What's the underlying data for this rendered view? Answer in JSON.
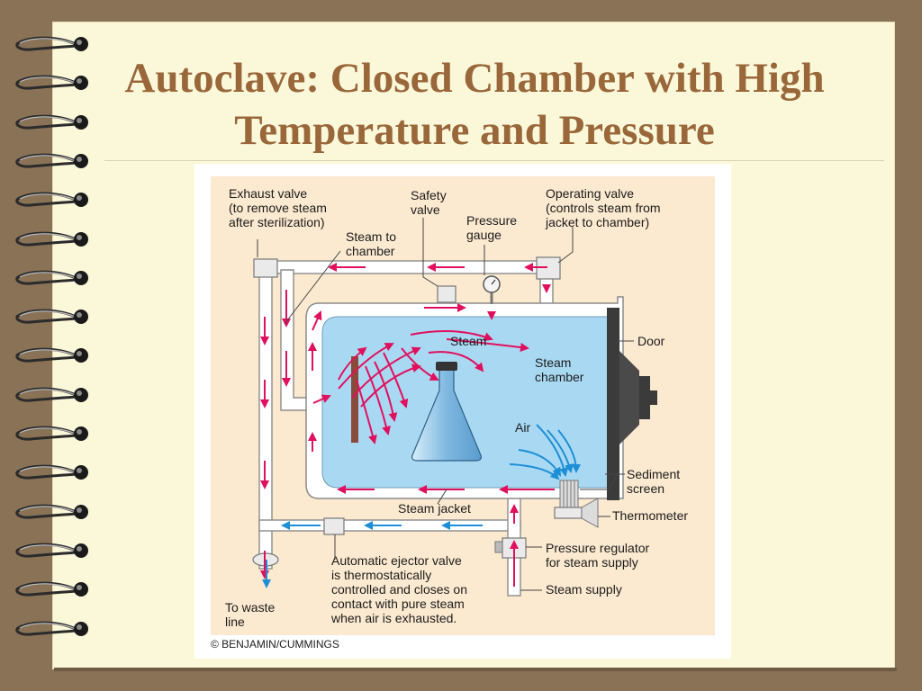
{
  "slide": {
    "title_line1": "Autoclave: Closed Chamber with High",
    "title_line2": "Temperature and Pressure"
  },
  "diagram": {
    "labels": {
      "exhaust_valve": [
        "Exhaust valve",
        "(to remove steam",
        "after sterilization)"
      ],
      "safety_valve": [
        "Safety",
        "valve"
      ],
      "pressure_gauge": [
        "Pressure",
        "gauge"
      ],
      "operating_valve": [
        "Operating valve",
        "(controls steam from",
        "jacket to chamber)"
      ],
      "steam_to_chamber": [
        "Steam to",
        "chamber"
      ],
      "steam": "Steam",
      "steam_chamber": [
        "Steam",
        "chamber"
      ],
      "door": "Door",
      "air": "Air",
      "sediment_screen": [
        "Sediment",
        "screen"
      ],
      "thermometer": "Thermometer",
      "steam_jacket": "Steam jacket",
      "pressure_regulator": [
        "Pressure regulator",
        "for steam supply"
      ],
      "steam_supply": "Steam supply",
      "ejector_valve": [
        "Automatic ejector valve",
        "is thermostatically",
        "controlled and closes on",
        "contact with pure steam",
        "when air is exhausted."
      ],
      "waste_line": [
        "To waste",
        "line"
      ],
      "copyright": "© BENJAMIN/CUMMINGS"
    },
    "colors": {
      "panel": "#fbe9d0",
      "chamber": "#a9d9f2",
      "pipe": "#ffffff",
      "steam_arrow": "#e0105e",
      "air_arrow": "#1e8fd6",
      "title": "#99673a"
    }
  }
}
